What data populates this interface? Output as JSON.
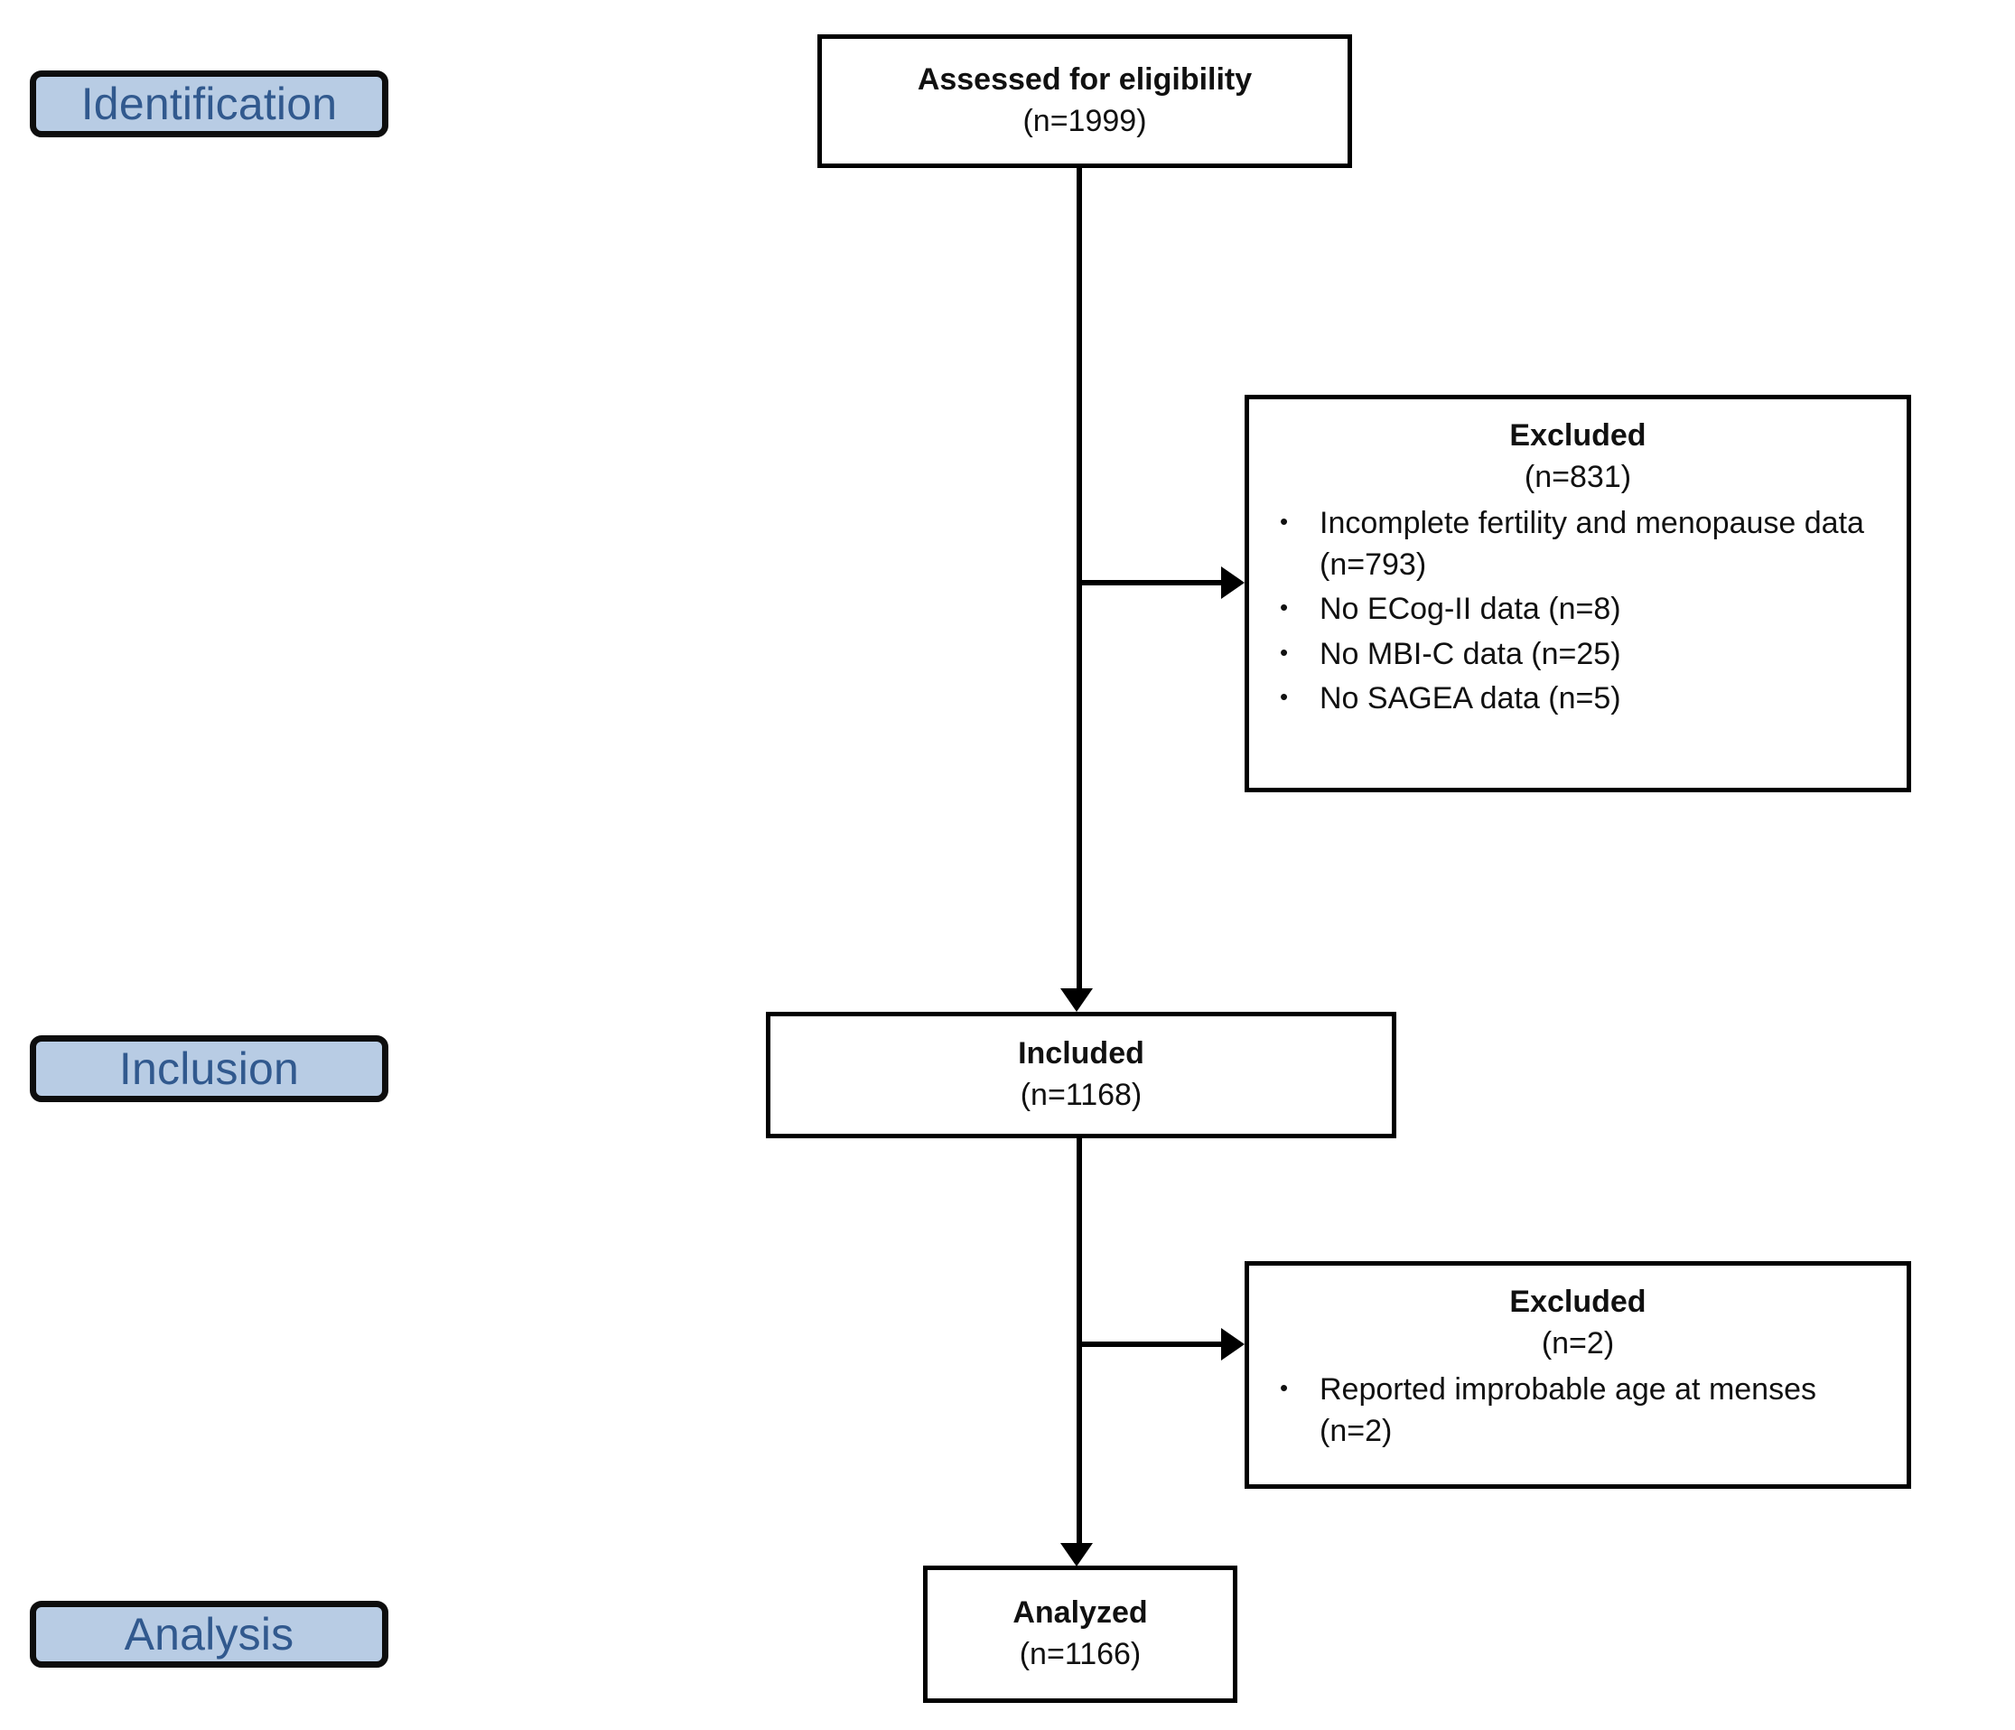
{
  "diagram": {
    "title": "PRISMA-style participant flow diagram",
    "colors": {
      "badge_fill": "#b8cce4",
      "badge_border": "#0d0d0d",
      "badge_text": "#31598e",
      "box_border": "#000000",
      "box_fill": "#ffffff",
      "connector": "#000000"
    }
  },
  "stages": [
    {
      "id": "identification",
      "label": "Identification"
    },
    {
      "id": "inclusion",
      "label": "Inclusion"
    },
    {
      "id": "analysis",
      "label": "Analysis"
    }
  ],
  "nodes": {
    "assessed": {
      "title": "Assessed for eligibility",
      "count": "(n=1999)",
      "n": 1999
    },
    "included": {
      "title": "Included",
      "count": "(n=1168)",
      "n": 1168
    },
    "analyzed": {
      "title": "Analyzed",
      "count": "(n=1166)",
      "n": 1166
    },
    "excluded_1": {
      "title": "Excluded",
      "count": "(n=831)",
      "n": 831,
      "reasons": [
        {
          "text": "Incomplete fertility and menopause data (n=793)",
          "n": 793
        },
        {
          "text": "No ECog-II data (n=8)",
          "n": 8
        },
        {
          "text": "No MBI-C data (n=25)",
          "n": 25
        },
        {
          "text": "No SAGEA data (n=5)",
          "n": 5
        }
      ]
    },
    "excluded_2": {
      "title": "Excluded",
      "count": "(n=2)",
      "n": 2,
      "reasons": [
        {
          "text": "Reported improbable age at menses (n=2)",
          "n": 2
        }
      ]
    }
  },
  "bullet_glyph": "•"
}
